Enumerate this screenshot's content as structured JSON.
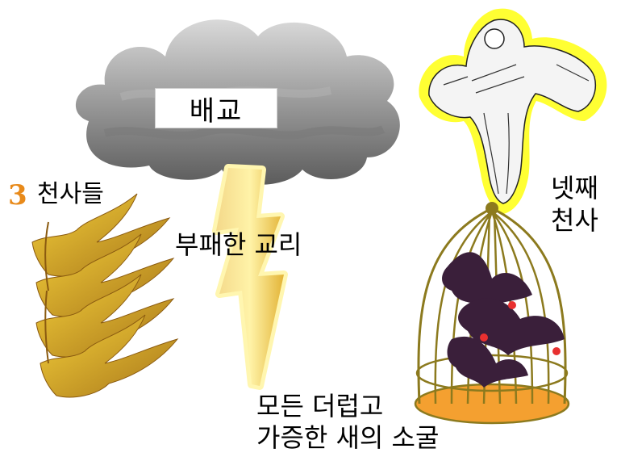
{
  "cloud": {
    "label": "배교"
  },
  "angels_group": {
    "number": "3",
    "label": "천사들"
  },
  "lightning": {
    "label": "부패한 교리"
  },
  "fourth_angel": {
    "line1": "넷째",
    "line2": "천사"
  },
  "cage": {
    "line1": "모든 더럽고",
    "line2": "가증한 새의 소굴"
  },
  "colors": {
    "cloud_dark": "#6e6e6e",
    "cloud_light": "#d6d6d6",
    "lightning": "#f2d24a",
    "lightning_glow": "#fff6b0",
    "angel_gold": "#d6a21c",
    "angel_glow": "#ffff33",
    "cage_wire": "#8c7a1e",
    "cage_floor": "#f4a030",
    "bird": "#3a1f3a",
    "number_orange": "#e88a1a"
  }
}
